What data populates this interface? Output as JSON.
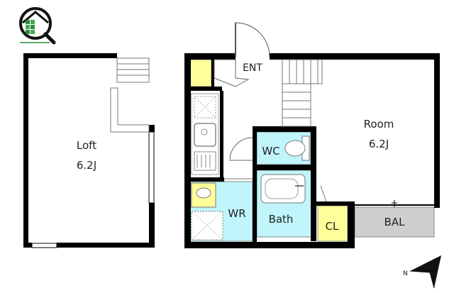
{
  "logo": {
    "icon": "house-magnifier-logo"
  },
  "rooms": {
    "loft": {
      "name": "Loft",
      "size": "6.2J"
    },
    "room": {
      "name": "Room",
      "size": "6.2J"
    },
    "ent": {
      "name": "ENT"
    },
    "wc": {
      "name": "WC"
    },
    "wr": {
      "name": "WR"
    },
    "bath": {
      "name": "Bath"
    },
    "cl": {
      "name": "CL"
    },
    "bal": {
      "name": "BAL"
    }
  },
  "colors": {
    "wall": "#000000",
    "yellow": "#ffff99",
    "cyan": "#bff5fb",
    "grey": "#cfcfcf",
    "fixture": "#9a9a9a",
    "logo_green": "#2e8b3e"
  },
  "compass": {
    "icon": "north-arrow-icon"
  }
}
